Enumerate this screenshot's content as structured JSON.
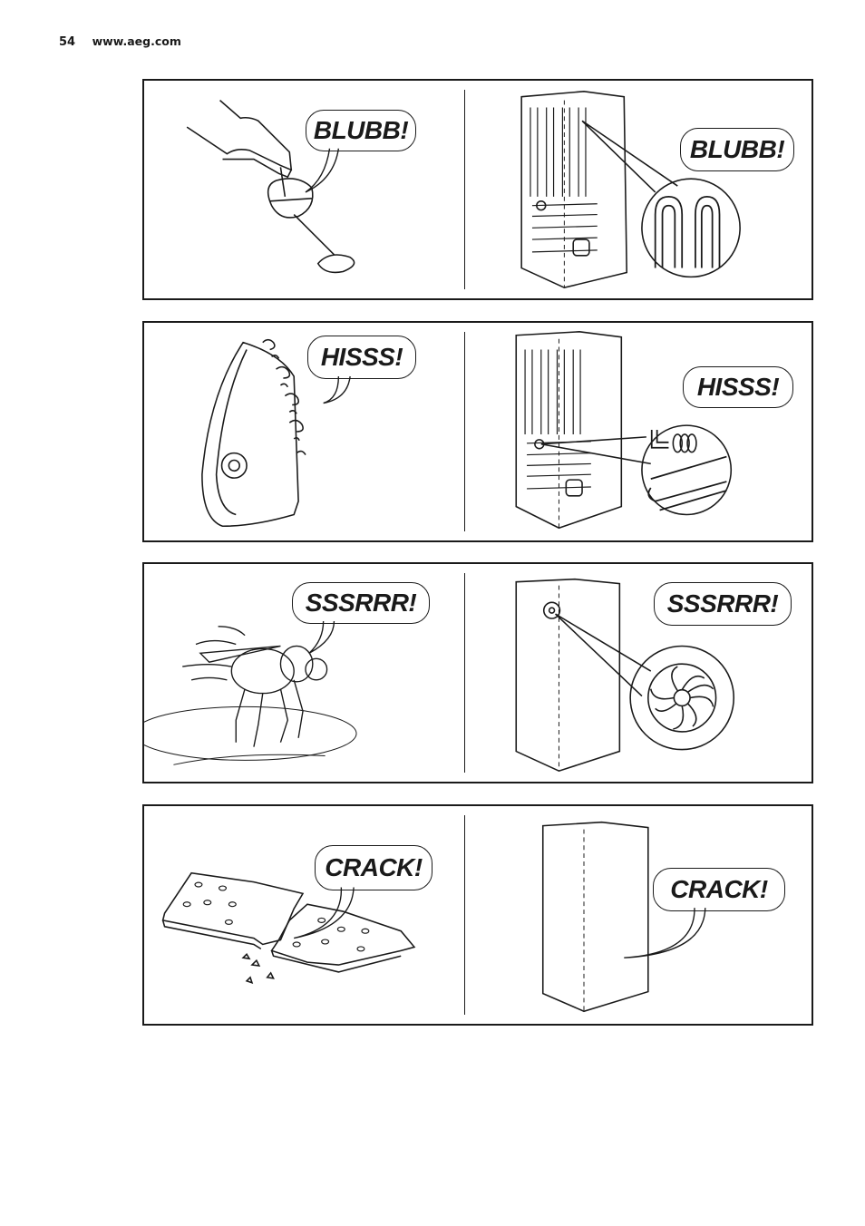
{
  "header": {
    "page_number": "54",
    "url": "www.aeg.com"
  },
  "panels": [
    {
      "id": "blubb",
      "left": {
        "subject": "wine-pouring",
        "sound": "BLUBB!"
      },
      "right": {
        "subject": "refrigerator-back-coils",
        "sound": "BLUBB!"
      }
    },
    {
      "id": "hisss",
      "left": {
        "subject": "steam-iron",
        "sound": "HISSS!"
      },
      "right": {
        "subject": "refrigerator-back-coil-spring",
        "sound": "HISSS!"
      }
    },
    {
      "id": "sssrrr",
      "left": {
        "subject": "buzzing-fly",
        "sound": "SSSRRR!"
      },
      "right": {
        "subject": "refrigerator-fan",
        "sound": "SSSRRR!"
      }
    },
    {
      "id": "crack",
      "left": {
        "subject": "breaking-cracker",
        "sound": "CRACK!"
      },
      "right": {
        "subject": "refrigerator-cabinet",
        "sound": "CRACK!"
      }
    }
  ]
}
